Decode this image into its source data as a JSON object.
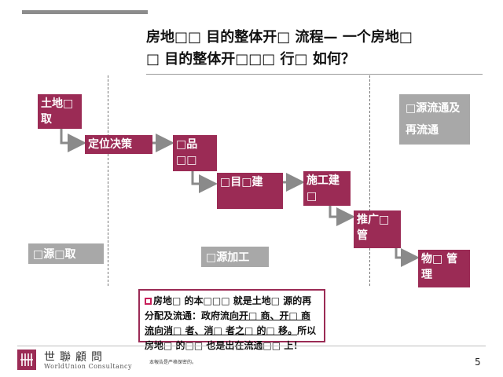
{
  "title": {
    "line1": "房地□□ 目的整体开□ 流程— 一个房地□",
    "line2": "□ 目的整体开□□□ 行□ 如何？"
  },
  "flow": {
    "land": "土地□取",
    "positioning": "定位决策",
    "product": "□品□□",
    "project": "□目□建",
    "construction": "施工建□",
    "promotion": "推广□管",
    "property": "物□ 管理"
  },
  "phases": {
    "acquire": "□源□取",
    "process": "□源加工",
    "circulate": "□源流通及再流通"
  },
  "note": {
    "part1": "房地□ 的本□□□ 就是土地□ 源的再分配及流通：政府流",
    "part2": "向开□ 商、开□ 商流向消□ 者、消□ 者之□ 的□ 移。",
    "part3": "所以房地",
    "part4": "□ 的□□ 也是出在流通□□ 上！"
  },
  "footer": {
    "logo_cn": "世聯顧問",
    "logo_en": "WorldUnion Consultancy",
    "footnote": "本報告是严格保密的。",
    "page_number": "5"
  },
  "colors": {
    "accent": "#9b2b55",
    "gray": "#a8a8a8",
    "arrow": "#8a8a8a"
  }
}
